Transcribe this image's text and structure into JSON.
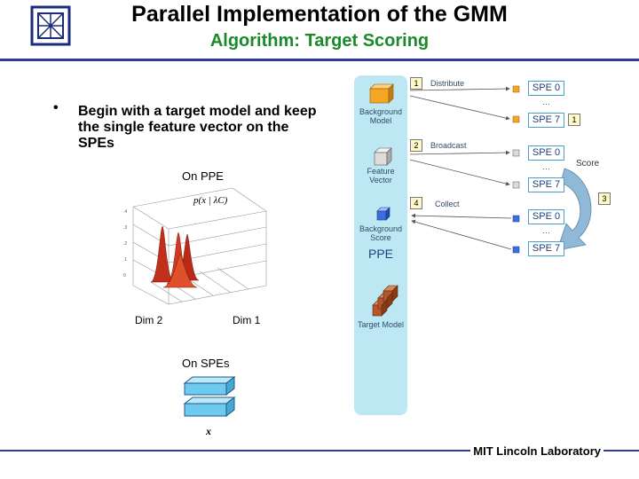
{
  "header": {
    "title": "Parallel Implementation of the GMM",
    "subtitle": "Algorithm: Target Scoring"
  },
  "bullet": {
    "text": "Begin with a target model and keep the single feature vector on the SPEs"
  },
  "left_figure": {
    "on_ppe_label": "On PPE",
    "formula": "p(x | λC)",
    "dim2_label": "Dim 2",
    "dim1_label": "Dim 1",
    "on_spes_label": "On SPEs",
    "x_label": "x"
  },
  "diagram": {
    "background_model": "Background Model",
    "feature_vector": "Feature Vector",
    "background_score": "Background Score",
    "ppe": "PPE",
    "target_model": "Target Model",
    "steps": [
      {
        "num": "1",
        "label": "Distribute"
      },
      {
        "num": "2",
        "label": "Broadcast"
      },
      {
        "num": "4",
        "label": "Collect"
      }
    ],
    "spe_groups": [
      {
        "first": "SPE 0",
        "ellipsis": "…",
        "last": "SPE 7"
      },
      {
        "first": "SPE 0",
        "ellipsis": "…",
        "last": "SPE 7"
      },
      {
        "first": "SPE 0",
        "ellipsis": "…",
        "last": "SPE 7"
      }
    ],
    "side_num_1": "1",
    "score_label": "Score",
    "score_num": "3"
  },
  "footer": {
    "text": "MIT Lincoln Laboratory"
  },
  "colors": {
    "accent_green": "#1a8a2a",
    "rule_blue": "#2e3a9e",
    "pillar_cyan": "#bde8f3",
    "peak_red": "#c0301b"
  },
  "icons": [
    "lincoln-lab-logo-icon",
    "cube-icon",
    "arrow-icon",
    "curved-arrow-icon"
  ]
}
